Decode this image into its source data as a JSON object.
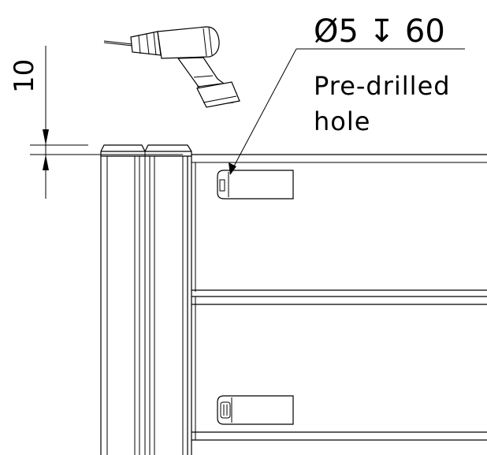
{
  "dimension": {
    "hole_spec": "Ø5 ↧ 60",
    "offset_value": "10"
  },
  "annotation": {
    "line1": "Pre-drilled",
    "line2": "hole"
  },
  "icons": {
    "tool": "drill-icon",
    "symbol": "depth-symbol"
  }
}
